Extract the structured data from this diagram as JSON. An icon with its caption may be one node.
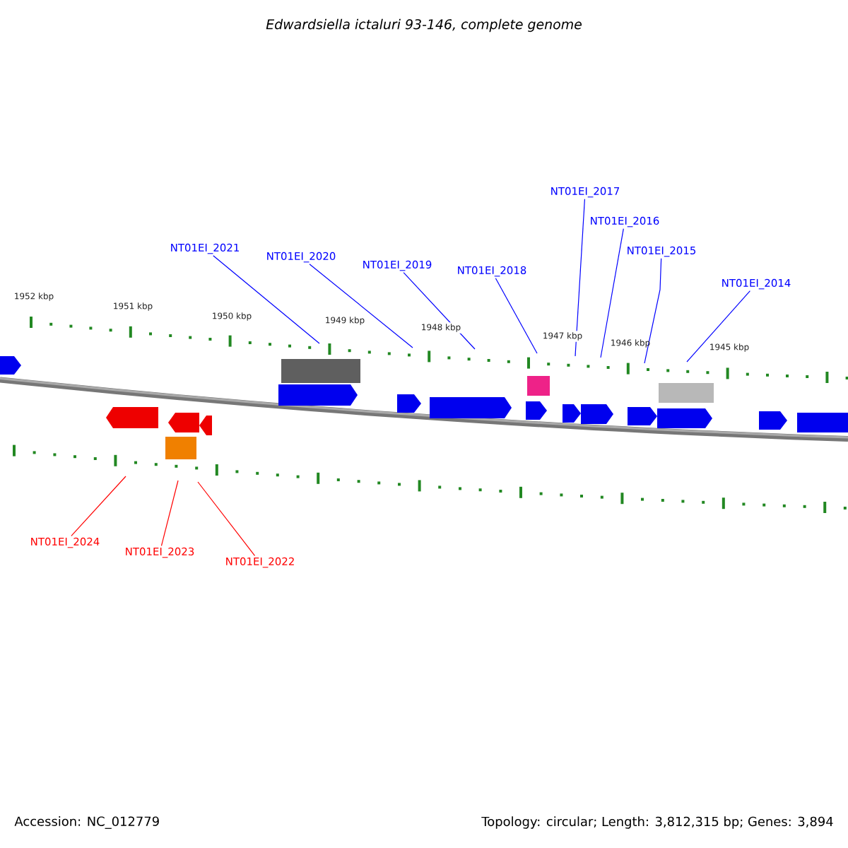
{
  "diagram": {
    "title": "Edwardsiella ictaluri 93-146, complete genome",
    "nodes": [
      {
        "text": [
          "NT01EI_2021"
        ]
      },
      {
        "text": [
          "NT01EI_2020"
        ]
      },
      {
        "text": [
          "NT01EI_2019"
        ]
      },
      {
        "text": [
          "NT01EI_2018"
        ]
      },
      {
        "text": [
          "NT01EI_2017"
        ]
      },
      {
        "text": [
          "NT01EI_2016"
        ]
      },
      {
        "text": [
          "NT01EI_2015"
        ]
      },
      {
        "text": [
          "NT01EI_2014"
        ]
      },
      {
        "text": [
          "NT01EI_2024"
        ]
      },
      {
        "text": [
          "NT01EI_2023"
        ]
      },
      {
        "text": [
          "NT01EI_2022"
        ]
      }
    ],
    "edges": [
      {
        "from": 0,
        "to": null,
        "arrow": "none"
      },
      {
        "from": 1,
        "to": null,
        "arrow": "none"
      },
      {
        "from": 2,
        "to": null,
        "arrow": "none"
      },
      {
        "from": 3,
        "to": null,
        "arrow": "none"
      },
      {
        "from": 4,
        "to": null,
        "arrow": "none"
      },
      {
        "from": 5,
        "to": null,
        "arrow": "none"
      },
      {
        "from": 6,
        "to": null,
        "arrow": "none"
      },
      {
        "from": 7,
        "to": null,
        "arrow": "none"
      },
      {
        "from": 8,
        "to": null,
        "arrow": "none",
        "color": "#ff0000"
      },
      {
        "from": 9,
        "to": null,
        "arrow": "none",
        "color": "#ff0000"
      },
      {
        "from": 10,
        "to": null,
        "arrow": "none",
        "color": "#ff0000"
      }
    ],
    "labels": [
      "1952 kbp",
      "1951 kbp",
      "1950 kbp",
      "1949 kbp",
      "1948 kbp",
      "1947 kbp",
      "1946 kbp",
      "1945 kbp",
      "Accession: NC_012779",
      "Topology: circular; Length: 3,812,315 bp; Genes: 3,894"
    ]
  }
}
